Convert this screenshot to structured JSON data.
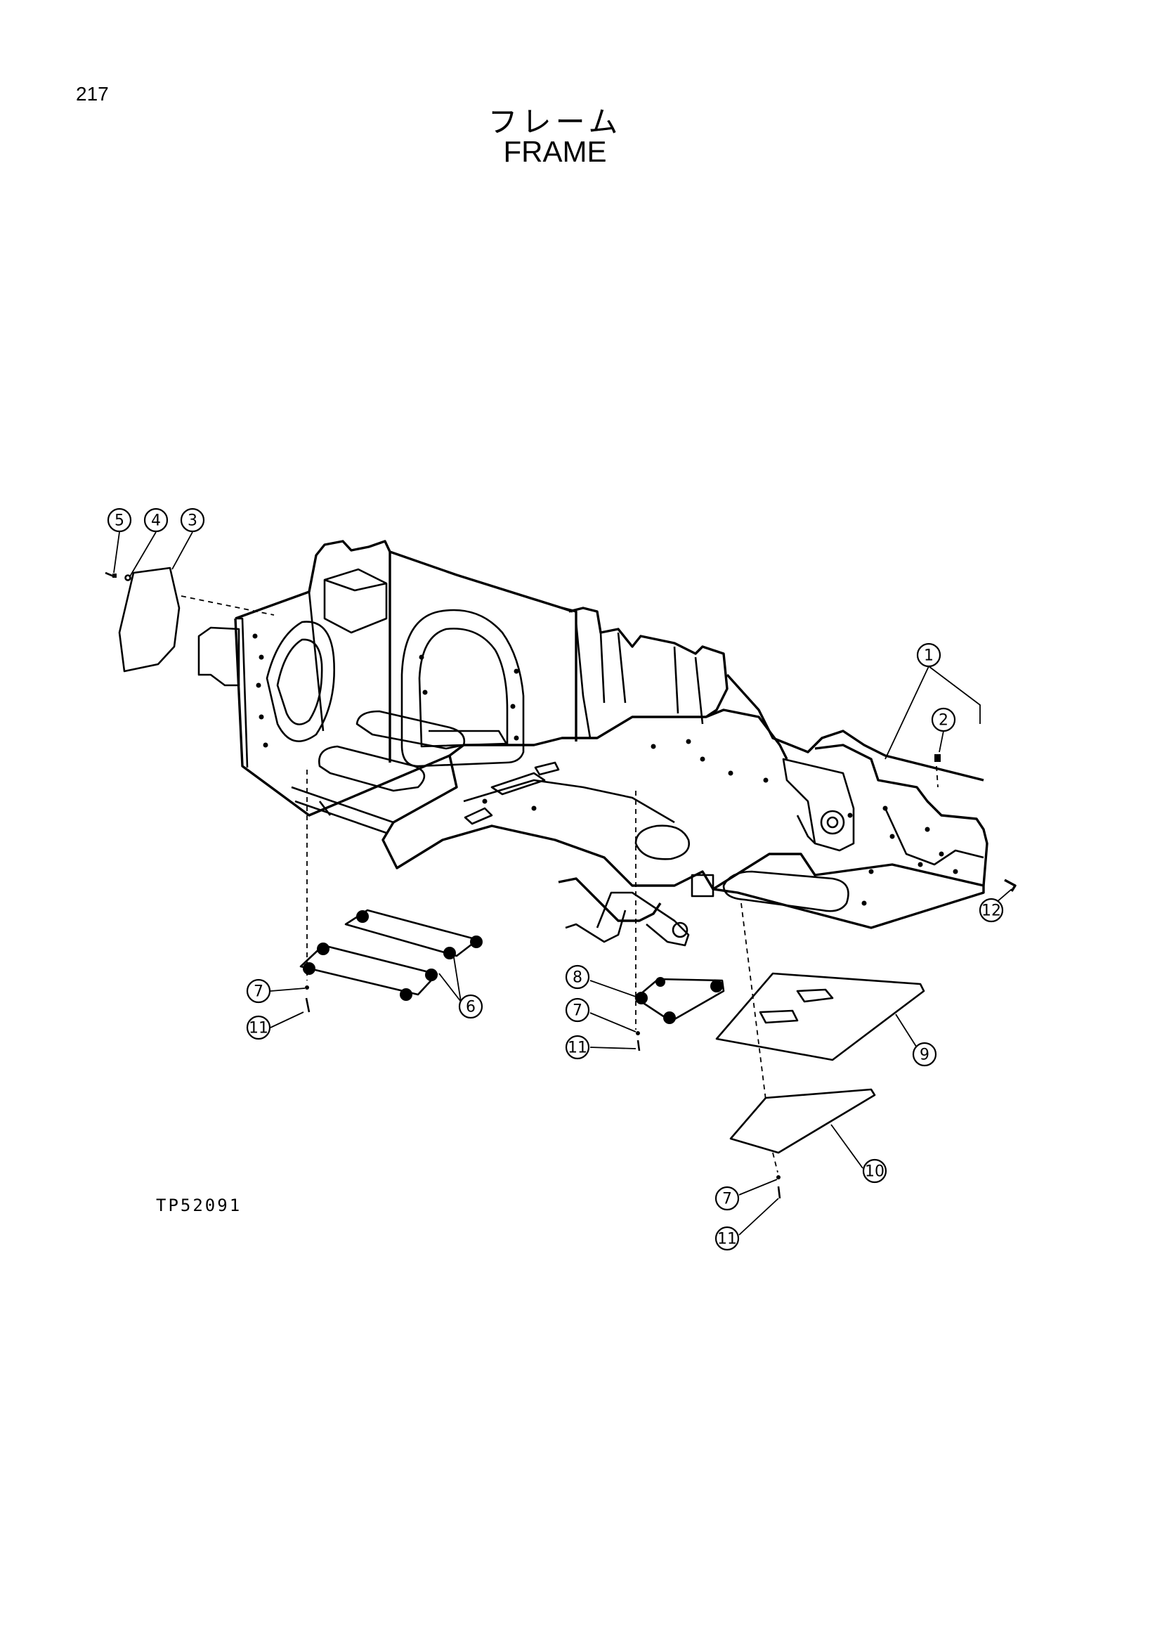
{
  "page": {
    "number": "217",
    "title_ja": "フレーム",
    "title_en": "FRAME",
    "drawing_code": "TP52091"
  },
  "callouts": {
    "c1": "1",
    "c2": "2",
    "c3": "3",
    "c4": "4",
    "c5": "5",
    "c6": "6",
    "c7a": "7",
    "c7b": "7",
    "c7c": "7",
    "c8": "8",
    "c9": "9",
    "c10": "10",
    "c11a": "11",
    "c11b": "11",
    "c11c": "11",
    "c12": "12"
  }
}
